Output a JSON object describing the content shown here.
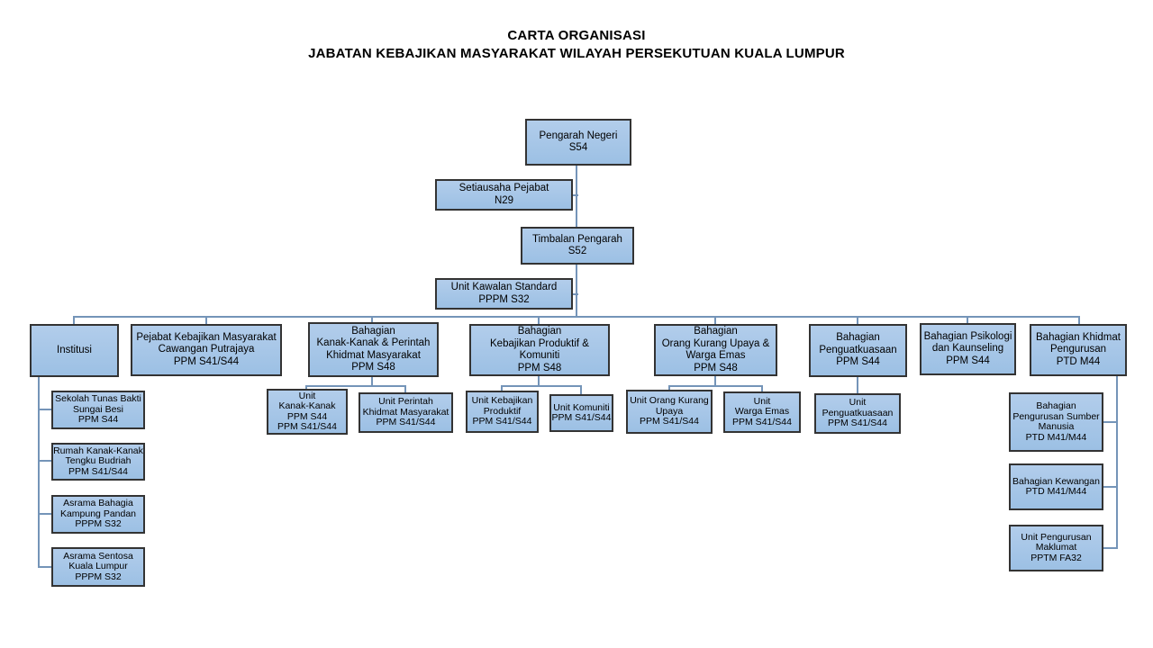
{
  "title": {
    "line1": "CARTA ORGANISASI",
    "line2": "JABATAN KEBAJIKAN MASYARAKAT WILAYAH PERSEKUTUAN KUALA LUMPUR"
  },
  "colors": {
    "box_fill_top": "#b2cdeb",
    "box_fill_bottom": "#9cc0e4",
    "box_border": "#333333",
    "connector": "#7494b8",
    "text": "#000000"
  },
  "nodes": {
    "pengarah_negeri": [
      "Pengarah Negeri",
      "S54"
    ],
    "setiausaha_pejabat": [
      "Setiausaha Pejabat",
      "N29"
    ],
    "timbalan_pengarah": [
      "Timbalan Pengarah",
      "S52"
    ],
    "unit_kawalan_standard": [
      "Unit Kawalan Standard",
      "PPPM S32"
    ],
    "institusi": [
      "Institusi"
    ],
    "pejabat_putrajaya": [
      "Pejabat Kebajikan Masyarakat",
      "Cawangan Putrajaya",
      "PPM S41/S44"
    ],
    "bhg_kanak": [
      "Bahagian",
      "Kanak-Kanak & Perintah",
      "Khidmat Masyarakat",
      "PPM S48"
    ],
    "bhg_produktif": [
      "Bahagian",
      "Kebajikan Produktif &",
      "Komuniti",
      "PPM S48"
    ],
    "bhg_oku": [
      "Bahagian",
      "Orang Kurang Upaya &",
      "Warga Emas",
      "PPM S48"
    ],
    "bhg_penguatkuasaan": [
      "Bahagian",
      "Penguatkuasaan",
      "PPM S44"
    ],
    "bhg_psikologi": [
      "Bahagian Psikologi",
      "dan Kaunseling",
      "PPM S44"
    ],
    "bhg_khidmat": [
      "Bahagian Khidmat",
      "Pengurusan",
      "PTD M44"
    ],
    "sekolah_tunas_bakti": [
      "Sekolah Tunas Bakti",
      "Sungai Besi",
      "PPM S44"
    ],
    "rumah_kanak_kanak": [
      "Rumah Kanak-Kanak",
      "Tengku Budriah",
      "PPM S41/S44"
    ],
    "asrama_bahagia": [
      "Asrama Bahagia",
      "Kampung Pandan",
      "PPPM S32"
    ],
    "asrama_sentosa": [
      "Asrama Sentosa",
      "Kuala Lumpur",
      "PPPM S32"
    ],
    "unit_kanak_kanak": [
      "Unit",
      "Kanak-Kanak",
      "PPM S44",
      "PPM S41/S44"
    ],
    "unit_perintah": [
      "Unit Perintah",
      "Khidmat Masyarakat",
      "PPM S41/S44"
    ],
    "unit_kebajikan_produktif": [
      "Unit Kebajikan",
      "Produktif",
      "PPM S41/S44"
    ],
    "unit_komuniti": [
      "Unit Komuniti",
      "PPM S41/S44"
    ],
    "unit_orang_kurang_upaya": [
      "Unit Orang Kurang",
      "Upaya",
      "PPM S41/S44"
    ],
    "unit_warga_emas": [
      "Unit",
      "Warga Emas",
      "PPM S41/S44"
    ],
    "unit_penguatkuasaan": [
      "Unit",
      "Penguatkuasaan",
      "PPM S41/S44"
    ],
    "bhg_sumber_manusia": [
      "Bahagian",
      "Pengurusan Sumber",
      "Manusia",
      "PTD M41/M44"
    ],
    "bhg_kewangan": [
      "Bahagian Kewangan",
      "PTD M41/M44"
    ],
    "unit_maklumat": [
      "Unit Pengurusan",
      "Maklumat",
      "PPTM FA32"
    ]
  }
}
